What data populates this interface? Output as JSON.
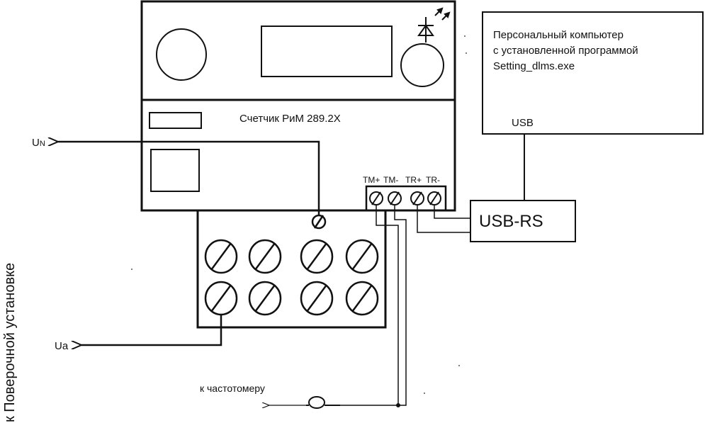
{
  "meter": {
    "title": "Счетчик РиМ 289.2Х",
    "terminals": [
      "TM+",
      "TM-",
      "TR+",
      "TR-"
    ]
  },
  "pc": {
    "lines": [
      "Персональный компьютер",
      "с установленной программой",
      "Setting_dlms.exe"
    ],
    "port_label": "USB"
  },
  "converter": {
    "label": "USB-RS"
  },
  "signals": {
    "un_main": "U",
    "un_sub": "N",
    "ua": "Ua",
    "freq_meter": "к частотомеру",
    "side_label": "к Поверочной установке"
  },
  "icons": {
    "led": "led-diode-icon",
    "terminal": "terminal-screw-icon",
    "coil": "coil-icon"
  }
}
